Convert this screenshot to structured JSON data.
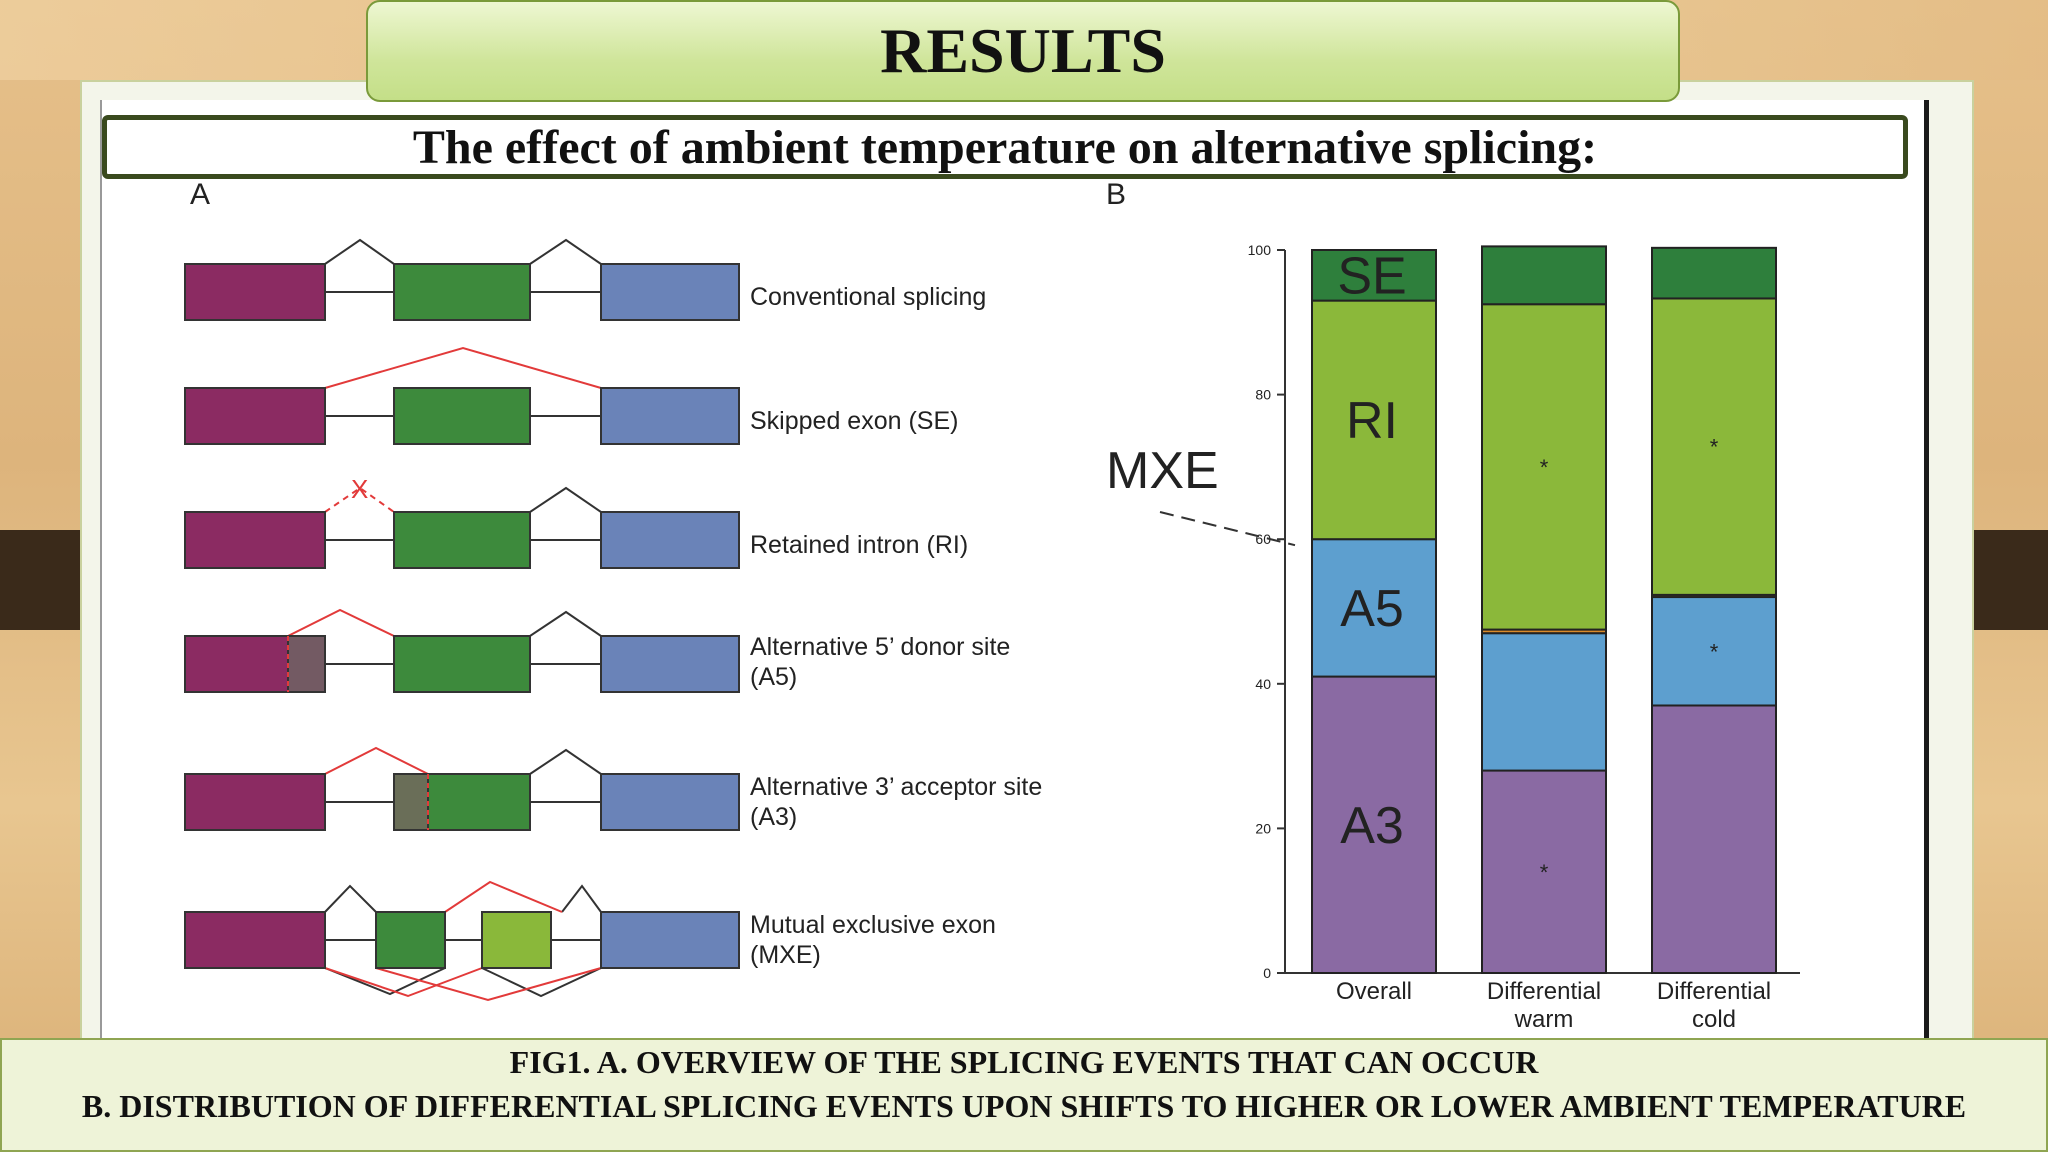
{
  "header": {
    "title": "RESULTS"
  },
  "subtitle": "The effect of ambient temperature on alternative splicing:",
  "panel_a": {
    "letter": "A",
    "events": [
      {
        "label": "Conventional splicing"
      },
      {
        "label": "Skipped exon (SE)"
      },
      {
        "label": "Retained intron (RI)"
      },
      {
        "label": "Alternative 5’ donor site (A5)"
      },
      {
        "label": "Alternative 3’ acceptor site (A3)"
      },
      {
        "label": "Mutual exclusive exon (MXE)"
      }
    ],
    "retained_mark": "X",
    "colors": {
      "exon1": "#8b2b62",
      "exon2": "#3d8a3c",
      "exon3": "#6a83b8",
      "alt_exon": "#8ab83a",
      "skip_line": "#e23a3a"
    }
  },
  "panel_b": {
    "letter": "B",
    "mxe_label": "MXE"
  },
  "chart_data": {
    "type": "bar",
    "stacked": true,
    "categories": [
      "Overall",
      "Differential warm",
      "Differential cold"
    ],
    "ylim": [
      0,
      100
    ],
    "yticks": [
      0,
      20,
      40,
      60,
      80,
      100
    ],
    "series": [
      {
        "name": "A3",
        "color": "#8a6aa3",
        "values": [
          41,
          28,
          37
        ],
        "asterisk": [
          false,
          true,
          false
        ]
      },
      {
        "name": "A5",
        "color": "#5d9fcf",
        "values": [
          19,
          19,
          15
        ],
        "asterisk": [
          false,
          false,
          true
        ]
      },
      {
        "name": "MXE",
        "color": "#d98a2a",
        "values": [
          0,
          0.5,
          0.3
        ],
        "asterisk": [
          false,
          false,
          false
        ]
      },
      {
        "name": "RI",
        "color": "#8bb83a",
        "values": [
          33,
          45,
          41
        ],
        "asterisk": [
          false,
          true,
          true
        ]
      },
      {
        "name": "SE",
        "color": "#2e7f3c",
        "values": [
          7,
          8,
          7
        ],
        "asterisk": [
          false,
          false,
          false
        ]
      }
    ],
    "segment_labels": {
      "overall": [
        "A3",
        "A5",
        "",
        "RI",
        "SE"
      ]
    },
    "asterisk_text": "*"
  },
  "caption": {
    "line1": "FIG1.  A. OVERVIEW OF THE SPLICING EVENTS THAT CAN OCCUR",
    "line2": "B. DISTRIBUTION OF DIFFERENTIAL SPLICING EVENTS UPON SHIFTS TO HIGHER OR LOWER AMBIENT TEMPERATURE"
  }
}
